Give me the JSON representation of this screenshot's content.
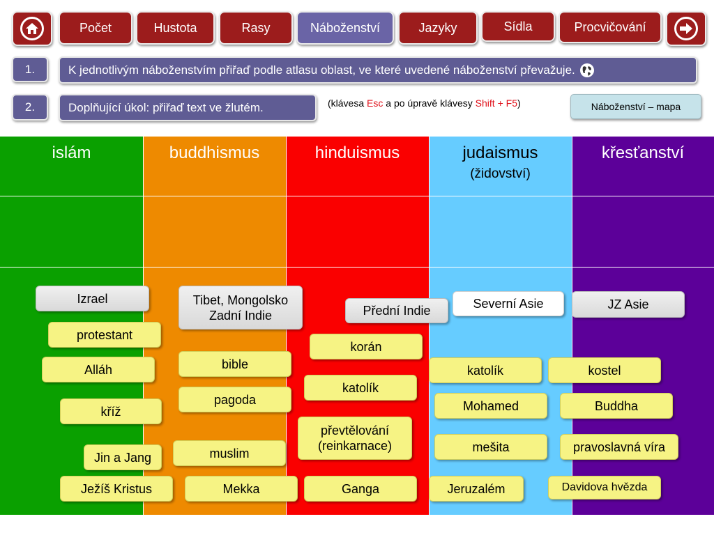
{
  "nav": {
    "home_label": "home",
    "tabs": [
      {
        "label": "Počet"
      },
      {
        "label": "Hustota"
      },
      {
        "label": "Rasy"
      },
      {
        "label": "Náboženství"
      },
      {
        "label": "Jazyky"
      },
      {
        "label": "Sídla"
      },
      {
        "label": "Procvičování"
      }
    ],
    "active_tab": "Náboženství"
  },
  "tasks": [
    {
      "number": "1.",
      "text": "K jednotlivým náboženstvím přiřaď podle atlasu oblast, ve které uvedené náboženství převažuje."
    },
    {
      "number": "2.",
      "text": "Doplňující úkol: přiřaď text ve žlutém."
    }
  ],
  "hint": {
    "open": "(klávesa ",
    "esc": "Esc",
    "middle": " a po úpravě klávesy ",
    "shift": "Shift + F5",
    "close": ")"
  },
  "map_button": "Náboženství – mapa",
  "columns": [
    {
      "title": "islám",
      "subtitle": "",
      "color": "#0aa000"
    },
    {
      "title": "buddhismus",
      "subtitle": "",
      "color": "#ee8a00"
    },
    {
      "title": "hinduismus",
      "subtitle": "",
      "color": "#fa0000"
    },
    {
      "title": "judaismus",
      "subtitle": "(židovství)",
      "color": "#66ccff"
    },
    {
      "title": "křesťanství",
      "subtitle": "",
      "color": "#5c0099"
    }
  ],
  "cards": {
    "izrael": "Izrael",
    "tibet": "Tibet, Mongolsko Zadní Indie",
    "predni_indie": "Přední Indie",
    "severni_asie": "Severní Asie",
    "jz_asie": "JZ Asie",
    "protestant": "protestant",
    "koran": "korán",
    "allah": "Alláh",
    "bible": "bible",
    "katolik1": "katolík",
    "kostel": "kostel",
    "katolik2": "katolík",
    "kriz": "kříž",
    "pagoda": "pagoda",
    "mohamed": "Mohamed",
    "buddha": "Buddha",
    "prevtelovani": "převtělování (reinkarnace)",
    "mesita": "mešita",
    "pravoslavna": "pravoslavná víra",
    "jinjang": "Jin a Jang",
    "muslim": "muslim",
    "jezis": "Ježíš Kristus",
    "mekka": "Mekka",
    "ganga": "Ganga",
    "jeruzalem": "Jeruzalém",
    "davidova": "Davidova hvězda"
  }
}
